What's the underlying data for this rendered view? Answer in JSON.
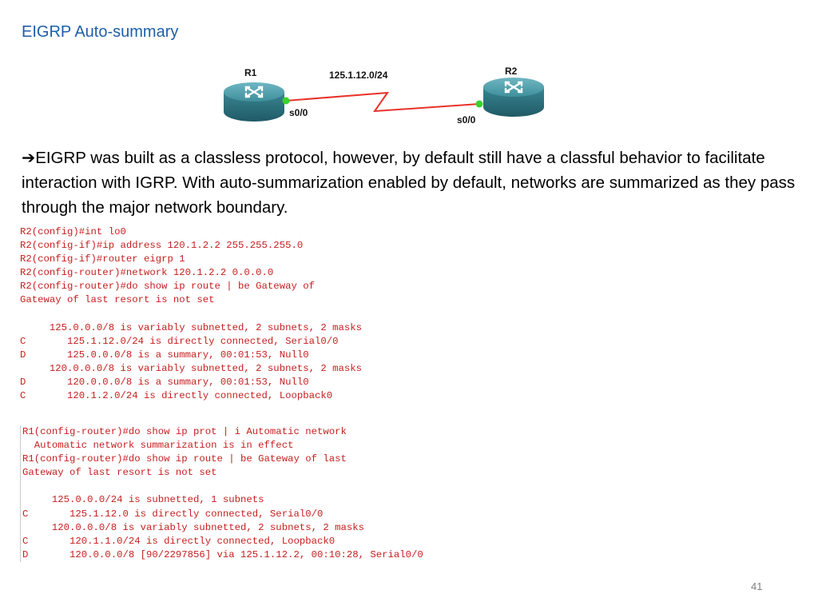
{
  "slide": {
    "title": "EIGRP Auto-summary",
    "page_number": "41"
  },
  "topology": {
    "router1_label": "R1",
    "router2_label": "R2",
    "link_label": "125.1.12.0/24",
    "r1_interface": "s0/0",
    "r2_interface": "s0/0",
    "router_color": "#3f8f9c",
    "link_color": "#e8322a",
    "port_status_color": "#3cd12c"
  },
  "paragraph": {
    "arrow": "➔",
    "text": "EIGRP was built as a classless protocol, however, by default still have a classful behavior to facilitate interaction with IGRP. With auto-summarization enabled by default, networks are summarized as they pass through the major network boundary."
  },
  "cli_block_1": [
    "R2(config)#int lo0",
    "R2(config-if)#ip address 120.1.2.2 255.255.255.0",
    "R2(config-if)#router eigrp 1",
    "R2(config-router)#network 120.1.2.2 0.0.0.0",
    "R2(config-router)#do show ip route | be Gateway of",
    "Gateway of last resort is not set",
    "",
    "     125.0.0.0/8 is variably subnetted, 2 subnets, 2 masks",
    "C       125.1.12.0/24 is directly connected, Serial0/0",
    "D       125.0.0.0/8 is a summary, 00:01:53, Null0",
    "     120.0.0.0/8 is variably subnetted, 2 subnets, 2 masks",
    "D       120.0.0.0/8 is a summary, 00:01:53, Null0",
    "C       120.1.2.0/24 is directly connected, Loopback0"
  ],
  "cli_block_2": [
    "R1(config-router)#do show ip prot | i Automatic network",
    "  Automatic network summarization is in effect",
    "R1(config-router)#do show ip route | be Gateway of last",
    "Gateway of last resort is not set",
    "",
    "     125.0.0.0/24 is subnetted, 1 subnets",
    "C       125.1.12.0 is directly connected, Serial0/0",
    "     120.0.0.0/8 is variably subnetted, 2 subnets, 2 masks",
    "C       120.1.1.0/24 is directly connected, Loopback0",
    "D       120.0.0.0/8 [90/2297856] via 125.1.12.2, 00:10:28, Serial0/0"
  ]
}
